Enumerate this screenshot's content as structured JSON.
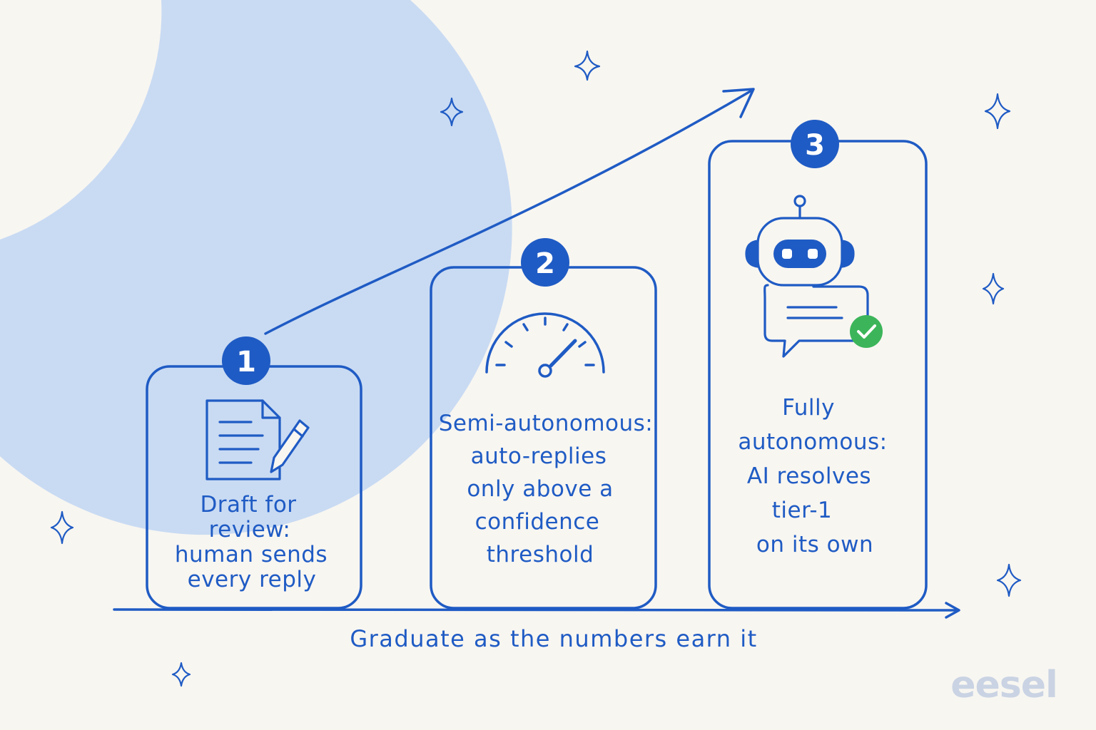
{
  "steps": [
    {
      "number": "1",
      "lines": [
        "Draft for",
        "review:",
        "human sends",
        "every reply"
      ],
      "icon": "document-pen-icon"
    },
    {
      "number": "2",
      "lines": [
        "Semi-autonomous:",
        "auto-replies",
        "only above a",
        "confidence",
        "threshold"
      ],
      "icon": "gauge-icon"
    },
    {
      "number": "3",
      "lines": [
        "Fully",
        "autonomous:",
        "AI resolves",
        "tier-1",
        "on its own"
      ],
      "icon": "robot-chat-check-icon"
    }
  ],
  "caption": "Graduate as the numbers earn it",
  "brand": "eesel",
  "colors": {
    "background": "#f8f6f1",
    "accent": "#1f5bc4",
    "decor_circle": "#c9dbf3",
    "check": "#3cb55a",
    "brand": "#c9d3e3"
  }
}
